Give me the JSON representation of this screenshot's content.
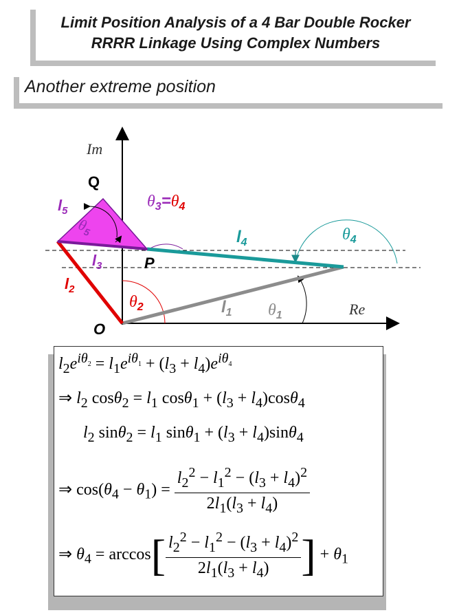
{
  "title": {
    "line1": "Limit Position Analysis of a 4 Bar Double Rocker",
    "line2": "RRRR Linkage Using Complex Numbers"
  },
  "subtitle": "Another extreme position",
  "axes": {
    "imag": "Im",
    "real": "Re"
  },
  "points": {
    "Q": "Q",
    "P": "P",
    "O": "O"
  },
  "links": {
    "l1": {
      "label": "l",
      "sub": "1",
      "color": "#8c8c8c"
    },
    "l2": {
      "label": "l",
      "sub": "2",
      "color": "#e00000"
    },
    "l3": {
      "label": "l",
      "sub": "3",
      "color": "#9a2ab8"
    },
    "l4": {
      "label": "l",
      "sub": "4",
      "color": "#1a9a9a"
    },
    "l5": {
      "label": "l",
      "sub": "5",
      "color": "#9a2ab8"
    }
  },
  "angles": {
    "theta1": {
      "sym": "θ",
      "sub": "1",
      "color": "#8c8c8c"
    },
    "theta2": {
      "sym": "θ",
      "sub": "2",
      "color": "#e00000"
    },
    "theta4": {
      "sym": "θ",
      "sub": "4",
      "color": "#1a9a9a"
    },
    "theta5": {
      "sym": "θ",
      "sub": "5",
      "color": "#9a2ab8"
    },
    "theta34": {
      "a": "θ",
      "a_sub": "3",
      "eq": "=",
      "b": "θ",
      "b_sub": "4"
    }
  },
  "colors": {
    "triangle_fill": "#ee44ee",
    "triangle_edge": "#7a1a9a"
  }
}
